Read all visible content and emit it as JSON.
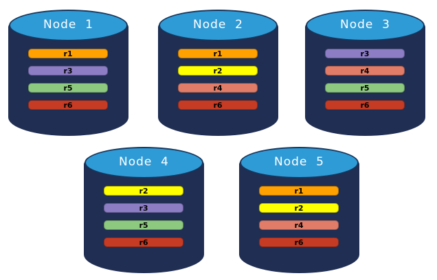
{
  "diagram": {
    "kind": "replica-placement-cluster",
    "background": "#FFFFFF",
    "nodes": [
      {
        "label": "Node  1",
        "replicas": [
          "r1",
          "r3",
          "r5",
          "r6"
        ]
      },
      {
        "label": "Node  2",
        "replicas": [
          "r1",
          "r2",
          "r4",
          "r6"
        ]
      },
      {
        "label": "Node  3",
        "replicas": [
          "r3",
          "r4",
          "r5",
          "r6"
        ]
      },
      {
        "label": "Node  4",
        "replicas": [
          "r2",
          "r3",
          "r5",
          "r6"
        ]
      },
      {
        "label": "Node  5",
        "replicas": [
          "r1",
          "r2",
          "r4",
          "r6"
        ]
      }
    ],
    "replica_colors": {
      "r1": "#FFA100",
      "r2": "#FFFF00",
      "r3": "#8D7DC5",
      "r4": "#E07C67",
      "r5": "#8DC97E",
      "r6": "#C63B24"
    },
    "palette": {
      "cylinder_body": "#1F2E52",
      "cylinder_top_fill": "#2F9BD6",
      "cylinder_outline": "#17365C",
      "node_label_color": "#FFFFFF",
      "bar_text_color": "#000000"
    }
  }
}
